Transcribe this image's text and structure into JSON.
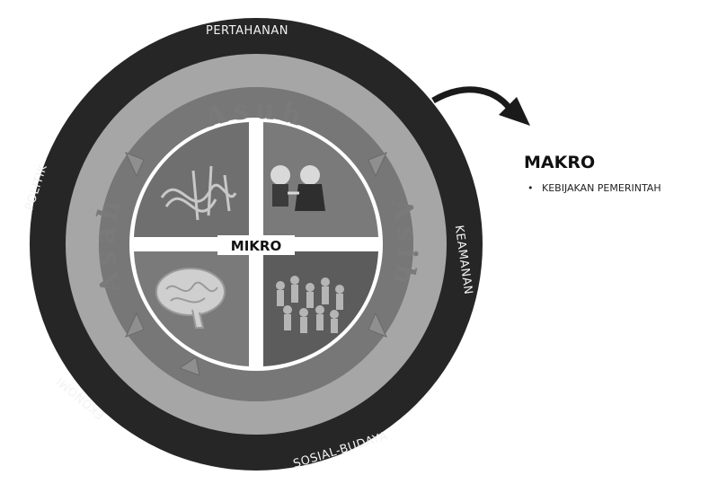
{
  "outer_ring": {
    "top_label": "PERTAHANAN",
    "left_label": "POLITIK",
    "right_label": "KEAMANAN",
    "bottom_left_label": "EKONOMI",
    "bottom_label": "SOSIAL-BUDAYA"
  },
  "middle_ring": {
    "top_label": "Asuh",
    "left_label": "Asah",
    "right_label": "Asih"
  },
  "center": {
    "label": "MIKRO"
  },
  "makro": {
    "title": "MAKRO",
    "items": [
      "KEBIJAKAN PEMERINTAH"
    ]
  },
  "colors": {
    "outer_ring": "#262626",
    "middle_ring": "#a6a6a6",
    "inner_ring": "#828282",
    "quadrant": "#6f6f6f",
    "cross": "#ffffff"
  }
}
